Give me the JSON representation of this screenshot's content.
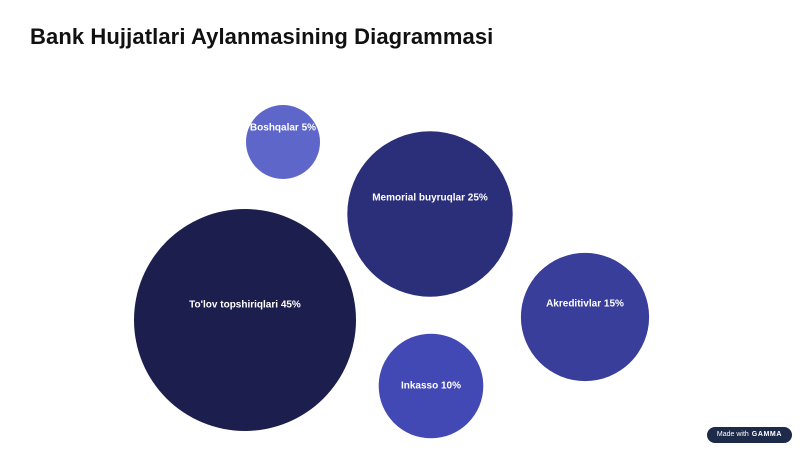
{
  "title": "Bank Hujjatlari Aylanmasining Diagrammasi",
  "chart_data": {
    "type": "bubble",
    "series": [
      {
        "label": "Boshqalar 5%",
        "value": 5,
        "color": "#5f66c9"
      },
      {
        "label": "Memorial buyruqlar 25%",
        "value": 25,
        "color": "#2b2f7a"
      },
      {
        "label": "To'lov topshiriqlari 45%",
        "value": 45,
        "color": "#1c1f4d"
      },
      {
        "label": "Inkasso 10%",
        "value": 10,
        "color": "#4349b4"
      },
      {
        "label": "Akreditivlar 15%",
        "value": 15,
        "color": "#383e9a"
      }
    ]
  },
  "badge": {
    "prefix": "Made with",
    "brand": "GAMMA"
  }
}
